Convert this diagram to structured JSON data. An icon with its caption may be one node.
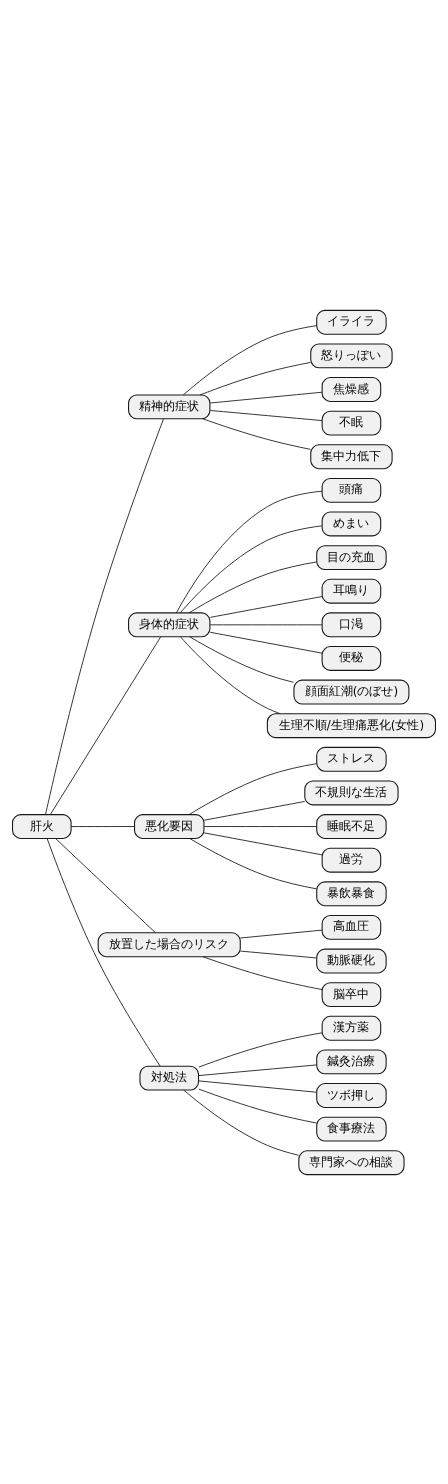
{
  "diagram": {
    "nodes": [
      {
        "text": [
          "肝火"
        ]
      },
      {
        "text": [
          "精神的症状"
        ]
      },
      {
        "text": [
          "イライラ"
        ]
      },
      {
        "text": [
          "怒りっぽい"
        ]
      },
      {
        "text": [
          "焦燥感"
        ]
      },
      {
        "text": [
          "不眠"
        ]
      },
      {
        "text": [
          "集中力低下"
        ]
      },
      {
        "text": [
          "身体的症状"
        ]
      },
      {
        "text": [
          "頭痛"
        ]
      },
      {
        "text": [
          "めまい"
        ]
      },
      {
        "text": [
          "目の充血"
        ]
      },
      {
        "text": [
          "耳鳴り"
        ]
      },
      {
        "text": [
          "口渇"
        ]
      },
      {
        "text": [
          "便秘"
        ]
      },
      {
        "text": [
          "顔面紅潮(のぼせ)"
        ]
      },
      {
        "text": [
          "生理不順/生理痛悪化(女性)"
        ]
      },
      {
        "text": [
          "悪化要因"
        ]
      },
      {
        "text": [
          "ストレス"
        ]
      },
      {
        "text": [
          "不規則な生活"
        ]
      },
      {
        "text": [
          "睡眠不足"
        ]
      },
      {
        "text": [
          "過労"
        ]
      },
      {
        "text": [
          "暴飲暴食"
        ]
      },
      {
        "text": [
          "放置した場合のリスク"
        ]
      },
      {
        "text": [
          "高血圧"
        ]
      },
      {
        "text": [
          "動脈硬化"
        ]
      },
      {
        "text": [
          "脳卒中"
        ]
      },
      {
        "text": [
          "対処法"
        ]
      },
      {
        "text": [
          "漢方薬"
        ]
      },
      {
        "text": [
          "鍼灸治療"
        ]
      },
      {
        "text": [
          "ツボ押し"
        ]
      },
      {
        "text": [
          "食事療法"
        ]
      },
      {
        "text": [
          "専門家への相談"
        ]
      }
    ],
    "edges": [
      {
        "from": 0,
        "to": 1,
        "arrow": "none"
      },
      {
        "from": 1,
        "to": 2,
        "arrow": "none"
      },
      {
        "from": 1,
        "to": 3,
        "arrow": "none"
      },
      {
        "from": 1,
        "to": 4,
        "arrow": "none"
      },
      {
        "from": 1,
        "to": 5,
        "arrow": "none"
      },
      {
        "from": 1,
        "to": 6,
        "arrow": "none"
      },
      {
        "from": 0,
        "to": 7,
        "arrow": "none"
      },
      {
        "from": 7,
        "to": 8,
        "arrow": "none"
      },
      {
        "from": 7,
        "to": 9,
        "arrow": "none"
      },
      {
        "from": 7,
        "to": 10,
        "arrow": "none"
      },
      {
        "from": 7,
        "to": 11,
        "arrow": "none"
      },
      {
        "from": 7,
        "to": 12,
        "arrow": "none"
      },
      {
        "from": 7,
        "to": 13,
        "arrow": "none"
      },
      {
        "from": 7,
        "to": 14,
        "arrow": "none"
      },
      {
        "from": 7,
        "to": 15,
        "arrow": "none"
      },
      {
        "from": 0,
        "to": 16,
        "arrow": "none"
      },
      {
        "from": 16,
        "to": 17,
        "arrow": "none"
      },
      {
        "from": 16,
        "to": 18,
        "arrow": "none"
      },
      {
        "from": 16,
        "to": 19,
        "arrow": "none"
      },
      {
        "from": 16,
        "to": 20,
        "arrow": "none"
      },
      {
        "from": 16,
        "to": 21,
        "arrow": "none"
      },
      {
        "from": 0,
        "to": 22,
        "arrow": "none"
      },
      {
        "from": 22,
        "to": 23,
        "arrow": "none"
      },
      {
        "from": 22,
        "to": 24,
        "arrow": "none"
      },
      {
        "from": 22,
        "to": 25,
        "arrow": "none"
      },
      {
        "from": 0,
        "to": 26,
        "arrow": "none"
      },
      {
        "from": 26,
        "to": 27,
        "arrow": "none"
      },
      {
        "from": 26,
        "to": 28,
        "arrow": "none"
      },
      {
        "from": 26,
        "to": 29,
        "arrow": "none"
      },
      {
        "from": 26,
        "to": 30,
        "arrow": "none"
      },
      {
        "from": 26,
        "to": 31,
        "arrow": "none"
      }
    ]
  }
}
